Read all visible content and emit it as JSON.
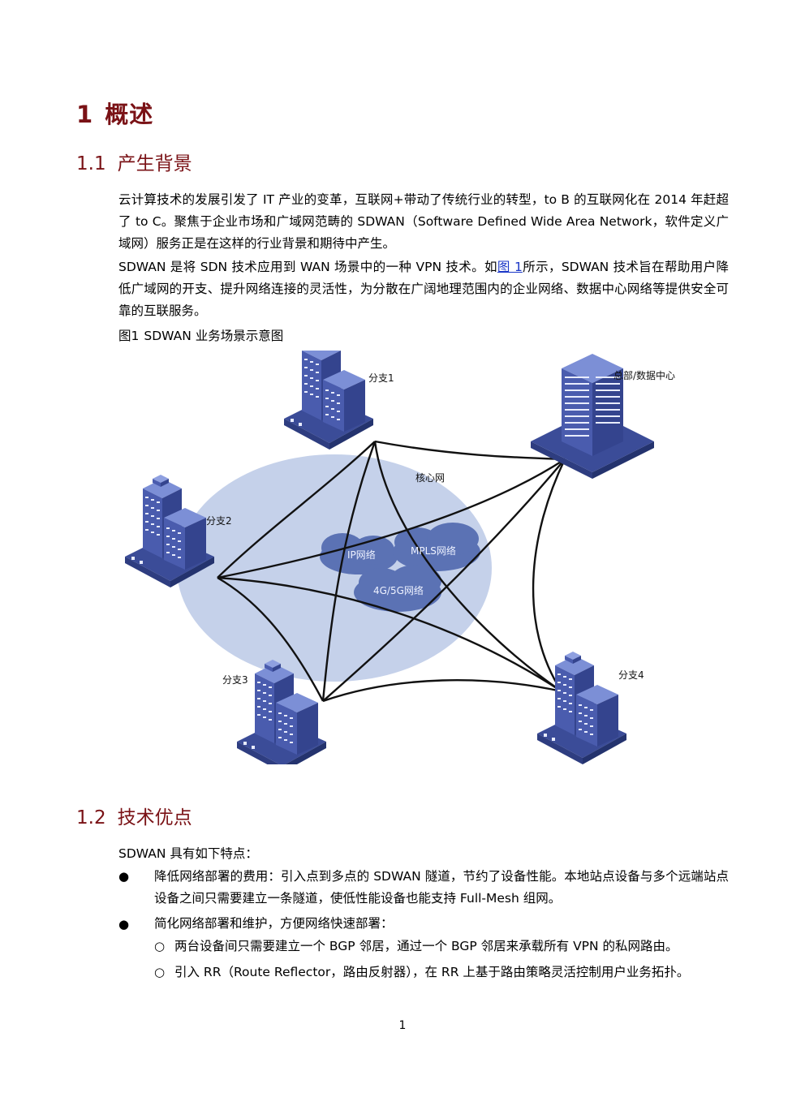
{
  "heading1": {
    "number": "1",
    "title": "概述"
  },
  "sec11": {
    "number": "1.1",
    "title": "产生背景"
  },
  "para1": "云计算技术的发展引发了 IT 产业的变革，互联网+带动了传统行业的转型，to B 的互联网化在 2014 年赶超了 to C。聚焦于企业市场和广域网范畴的 SDWAN（Software Defined Wide Area Network，软件定义广域网）服务正是在这样的行业背景和期待中产生。",
  "para2": {
    "before": "SDWAN 是将 SDN 技术应用到 WAN 场景中的一种 VPN 技术。如",
    "link": "图 1",
    "after": "所示，SDWAN 技术旨在帮助用户降低广域网的开支、提升网络连接的灵活性，为分散在广阔地理范围内的企业网络、数据中心网络等提供安全可靠的互联服务。"
  },
  "figure": {
    "caption_num": "图1",
    "caption_text": "SDWAN 业务场景示意图",
    "labels": {
      "branch1": "分支1",
      "hq": "总部/数据中心",
      "core": "核心网",
      "branch2": "分支2",
      "ip": "IP网络",
      "mpls": "MPLS网络",
      "g45": "4G/5G网络",
      "branch3": "分支3",
      "branch4": "分支4"
    },
    "colors": {
      "ellipse": "#c5d1ea",
      "cloud": "#5b72b4",
      "building": "#3f4f9c",
      "building_light": "#5f72c0",
      "link": "#111111"
    }
  },
  "sec12": {
    "number": "1.2",
    "title": "技术优点"
  },
  "intro": "SDWAN 具有如下特点：",
  "bullets": [
    "降低网络部署的费用：引入点到多点的 SDWAN 隧道，节约了设备性能。本地站点设备与多个远端站点设备之间只需要建立一条隧道，使低性能设备也能支持 Full-Mesh 组网。",
    "简化网络部署和维护，方便网络快速部署："
  ],
  "subbullets": [
    "两台设备间只需要建立一个 BGP 邻居，通过一个 BGP 邻居来承载所有 VPN 的私网路由。",
    "引入 RR（Route Reflector，路由反射器），在 RR 上基于路由策略灵活控制用户业务拓扑。"
  ],
  "page_number": "1"
}
